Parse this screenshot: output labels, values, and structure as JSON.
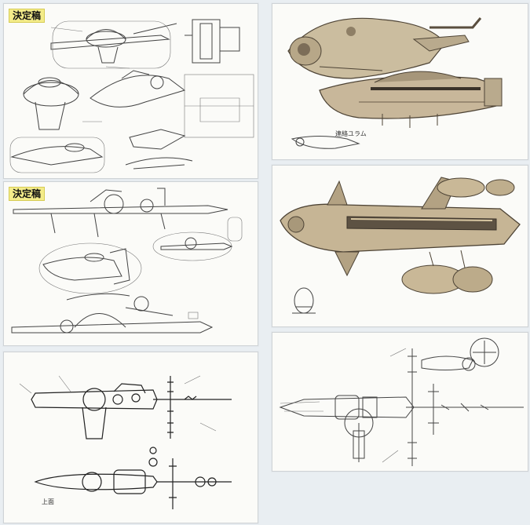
{
  "panels": {
    "sketch_top": {
      "stamp": "決定稿"
    },
    "sketch_middle": {
      "stamp": "決定稿"
    },
    "color_top": {
      "caption": "連絡ユラム"
    },
    "sketch_bottom": {
      "labels": [
        "上面"
      ]
    }
  },
  "colors": {
    "page_background": "#e9eef2",
    "paper": "#fbfbf8",
    "stamp_yellow": "#f4ec8a",
    "hull_beige": "#c8b79a",
    "hull_shadow": "#6b5e4c"
  }
}
